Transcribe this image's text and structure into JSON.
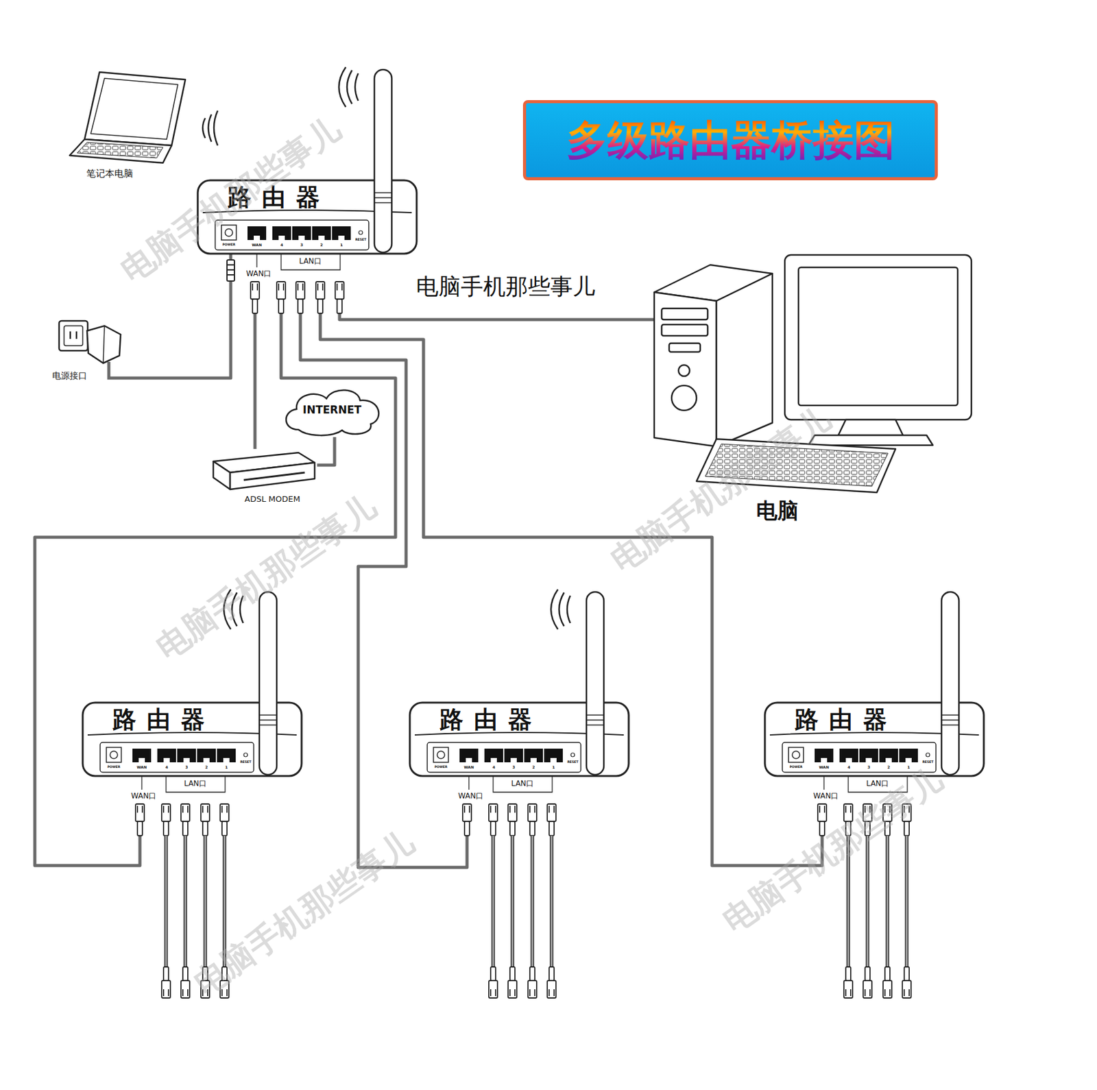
{
  "diagram": {
    "title": "多级路由器桥接图",
    "nodes": [
      {
        "text": [
          "笔记本电脑"
        ]
      },
      {
        "text": [
          "路由器"
        ]
      },
      {
        "text": [
          "电源接口"
        ]
      },
      {
        "text": [
          "INTERNET"
        ]
      },
      {
        "text": [
          "ADSL MODEM"
        ]
      },
      {
        "text": [
          "电脑"
        ]
      },
      {
        "text": [
          "路由器"
        ]
      },
      {
        "text": [
          "路由器"
        ]
      },
      {
        "text": [
          "路由器"
        ]
      }
    ],
    "edges": [
      {
        "from": 1,
        "to": 5,
        "arrow": "none"
      },
      {
        "from": 1,
        "to": 4,
        "arrow": "none"
      },
      {
        "from": 4,
        "to": 3,
        "arrow": "none"
      },
      {
        "from": 2,
        "to": 1,
        "arrow": "none"
      },
      {
        "from": 1,
        "to": 6,
        "arrow": "none"
      },
      {
        "from": 1,
        "to": 7,
        "arrow": "none"
      },
      {
        "from": 1,
        "to": 8,
        "arrow": "none"
      }
    ],
    "labels": [
      "电脑手机那些事儿",
      "POWER",
      "WAN",
      "4",
      "3",
      "2",
      "1",
      "RESET",
      "LAN口",
      "WAN口",
      "POWER",
      "WAN",
      "4",
      "3",
      "2",
      "1",
      "RESET",
      "LAN口",
      "WAN口",
      "POWER",
      "WAN",
      "4",
      "3",
      "2",
      "1",
      "RESET",
      "LAN口",
      "WAN口",
      "POWER",
      "WAN",
      "4",
      "3",
      "2",
      "1",
      "RESET",
      "LAN口",
      "WAN口",
      "电脑手机那些事儿",
      "电脑手机那些事儿",
      "电脑手机那些事儿",
      "电脑手机那些事儿",
      "电脑手机那些事儿"
    ]
  }
}
